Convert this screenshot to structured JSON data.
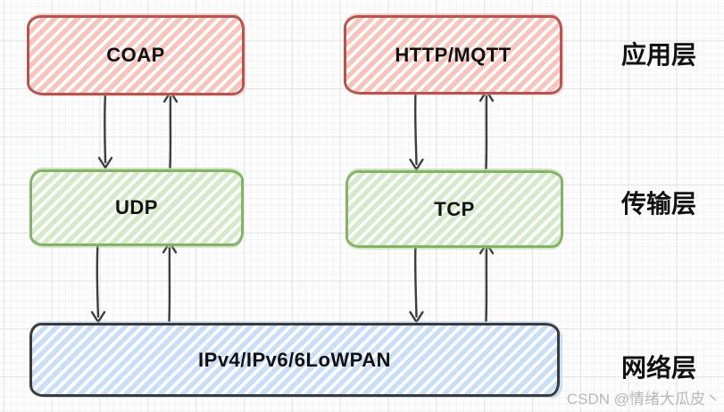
{
  "boxes": {
    "coap": {
      "label": "COAP"
    },
    "http_mqtt": {
      "label": "HTTP/MQTT"
    },
    "udp": {
      "label": "UDP"
    },
    "tcp": {
      "label": "TCP"
    },
    "network": {
      "label": "IPv4/IPv6/6LoWPAN"
    }
  },
  "layer_labels": {
    "application": "应用层",
    "transport": "传输层",
    "network": "网络层"
  },
  "watermark": "CSDN @情绪大瓜皮丶",
  "colors": {
    "application_border": "#b85450",
    "application_hatch": "#f5c5be",
    "transport_border": "#82b366",
    "transport_hatch": "#d6e9ca",
    "network_border": "#3b3b3b",
    "network_hatch": "#cadef7",
    "arrow": "#3d3d3d",
    "text": "#111111",
    "watermark_color": "#b8b8b8"
  }
}
